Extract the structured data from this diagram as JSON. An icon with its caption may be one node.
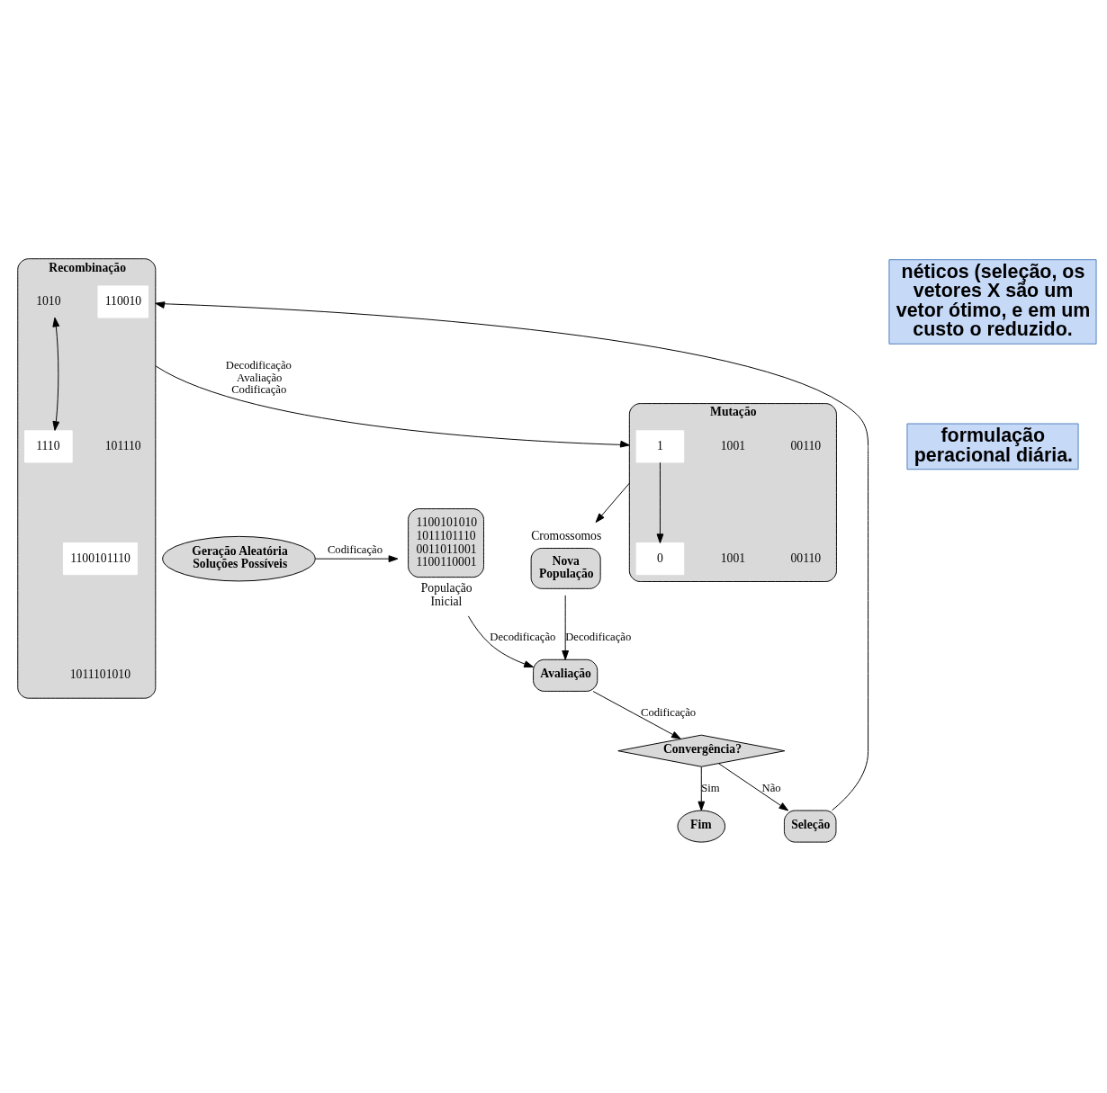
{
  "diagram": {
    "nodes": [
      {
        "text": [
          "Geração Aleatória Soluções Possíveis"
        ]
      },
      {
        "text": [
          "1100101010 1011101110 0011011001 1100110001"
        ],
        "beside": [
          "População Inicial"
        ]
      },
      {
        "text": [
          "Avaliação"
        ]
      },
      {
        "text": [
          "Convergência?"
        ]
      },
      {
        "text": [
          "Fim"
        ]
      },
      {
        "text": [
          "Seleção"
        ]
      },
      {
        "text": [
          "Recombinação"
        ]
      },
      {
        "text": [
          "110010"
        ],
        "in": 6
      },
      {
        "text": [
          "1010"
        ],
        "in": 6
      },
      {
        "text": [
          "1110"
        ],
        "in": 6
      },
      {
        "text": [
          "1100101110"
        ],
        "in": 6
      },
      {
        "text": [
          "Mutação"
        ]
      },
      {
        "text": [
          "1"
        ],
        "in": 11
      },
      {
        "text": [
          "0"
        ],
        "in": 11
      },
      {
        "text": [
          "Nova População"
        ],
        "beside": [
          "Cromossomos"
        ]
      },
      {
        "text": [
          "néticos (seleção, os vetores X são um vetor ótimo, e em um custo o reduzido."
        ]
      },
      {
        "text": [
          "formulação peracional diária."
        ]
      }
    ],
    "edges": [
      {
        "from": 0,
        "to": 1,
        "arrow": "to",
        "label": "Codificação"
      },
      {
        "from": 1,
        "to": 2,
        "arrow": "to",
        "label": "Decodificação"
      },
      {
        "from": 2,
        "to": 3,
        "arrow": "to",
        "label": "Codificação"
      },
      {
        "from": 3,
        "to": 4,
        "arrow": "to",
        "label": "Sim"
      },
      {
        "from": 3,
        "to": 5,
        "arrow": "to",
        "label": "Não"
      },
      {
        "from": 5,
        "to": 6,
        "arrow": "to"
      },
      {
        "from": 8,
        "to": 9,
        "arrow": "both"
      },
      {
        "from": 6,
        "to": 11,
        "arrow": "to",
        "label": "Decodificação Avaliação Codificação"
      },
      {
        "from": 12,
        "to": 13,
        "arrow": "to"
      },
      {
        "from": 11,
        "to": 14,
        "arrow": "to"
      },
      {
        "from": 14,
        "to": 2,
        "arrow": "to",
        "label": "Decodificação"
      }
    ],
    "labels": [
      "101110",
      "1011101010",
      "00110",
      "1001",
      "00110",
      "1001"
    ]
  }
}
